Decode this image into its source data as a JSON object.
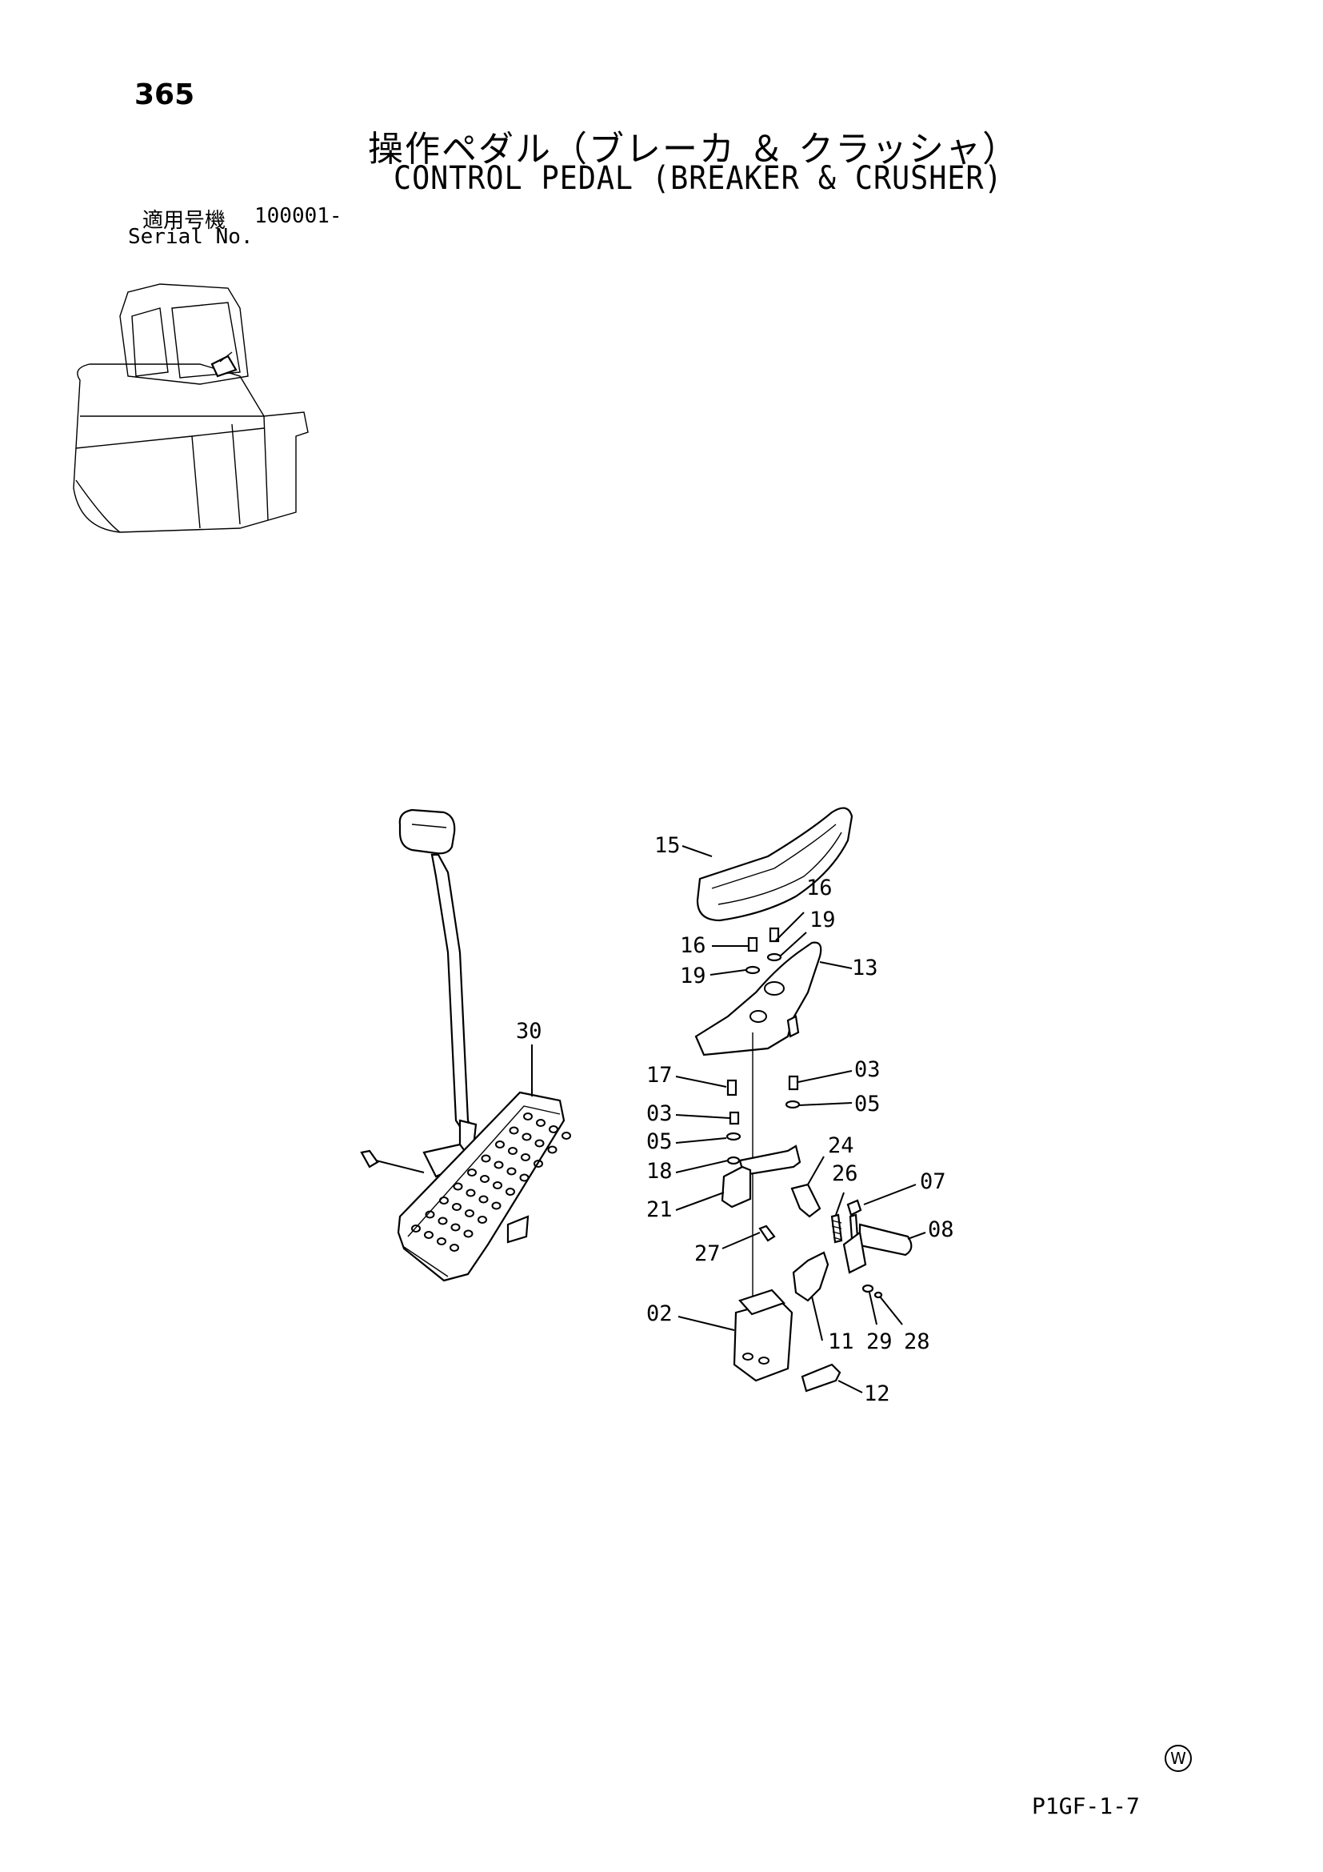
{
  "header": {
    "page_number": "365",
    "title_jp": "操作ペダル（ブレーカ ＆ クラッシャ）",
    "title_en": "CONTROL PEDAL (BREAKER & CRUSHER)",
    "serial_label_jp": "適用号機",
    "serial_value": "100001-",
    "serial_label_en": "Serial No."
  },
  "callouts": [
    "15",
    "16",
    "16",
    "19",
    "19",
    "13",
    "30",
    "17",
    "03",
    "03",
    "05",
    "05",
    "24",
    "18",
    "26",
    "07",
    "21",
    "08",
    "27",
    "02",
    "11",
    "29",
    "28",
    "12"
  ],
  "footer": {
    "w_mark": "W",
    "drawing_code": "P1GF-1-7"
  }
}
